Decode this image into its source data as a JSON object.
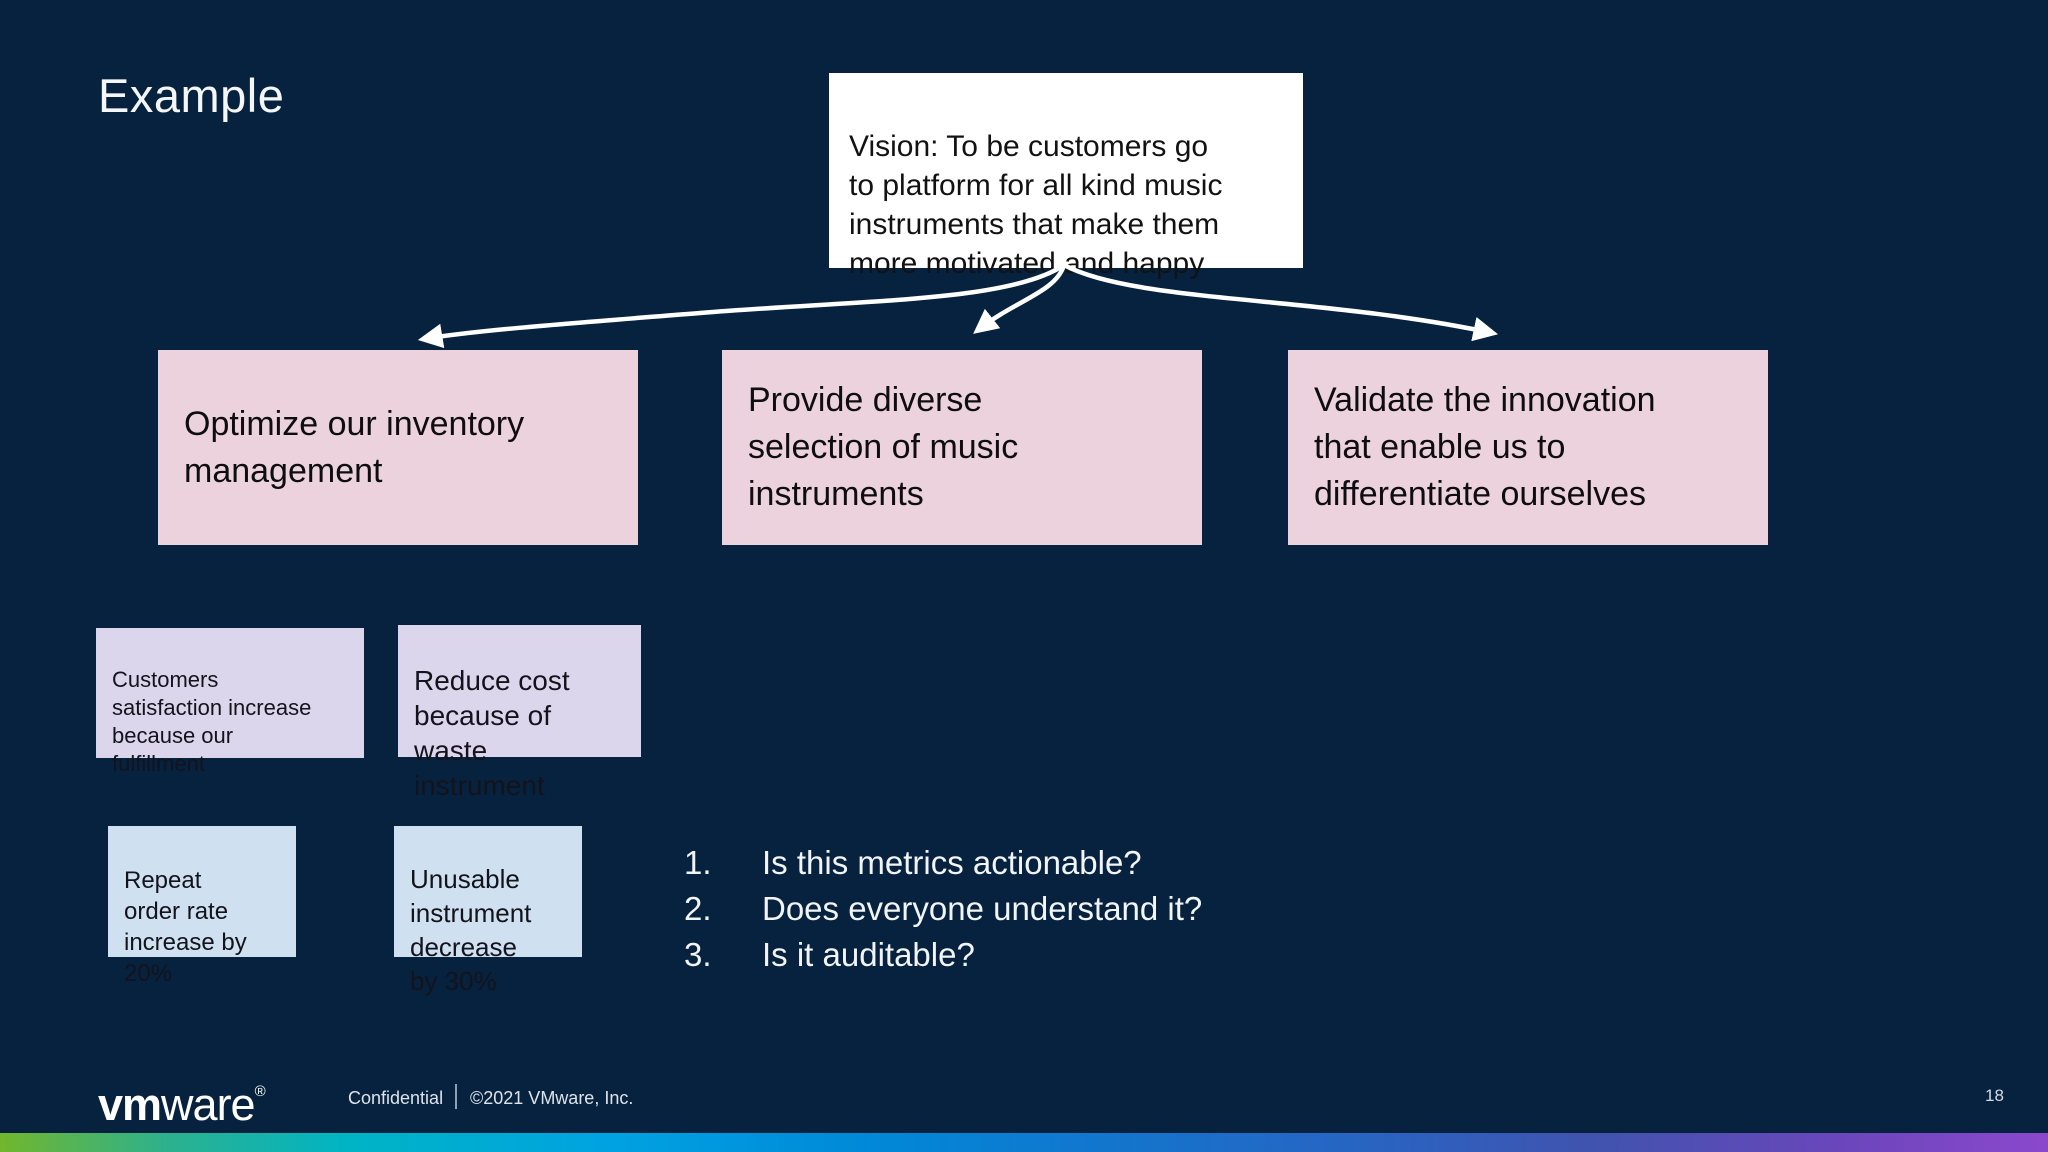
{
  "slide": {
    "title": "Example",
    "page_number": "18",
    "vision_box": {
      "text": "Vision: To be customers go\nto platform for all kind music\ninstruments that make them\nmore motivated and happy"
    },
    "objective_boxes": [
      {
        "text": "Optimize our inventory\nmanagement"
      },
      {
        "text": "Provide diverse\nselection of music\ninstruments"
      },
      {
        "text": "Validate the innovation\nthat enable us to\ndifferentiate ourselves"
      }
    ],
    "outcome_boxes": [
      {
        "text": "Customers\nsatisfaction increase\nbecause our\nfulfillment"
      },
      {
        "text": "Reduce cost\nbecause of\nwaste\ninstrument"
      }
    ],
    "metric_boxes": [
      {
        "text": "Repeat\norder rate\nincrease by\n20%"
      },
      {
        "text": "Unusable\ninstrument\ndecrease\nby 30%"
      }
    ],
    "checklist": [
      {
        "number": "1.",
        "text": "Is this metrics actionable?"
      },
      {
        "number": "2.",
        "text": "Does everyone understand it?"
      },
      {
        "number": "3.",
        "text": "Is it auditable?"
      }
    ],
    "footer": {
      "logo_vm": "vm",
      "logo_ware": "ware",
      "logo_reg": "®",
      "confidential": "Confidential",
      "copyright": "©2021 VMware, Inc."
    },
    "colors": {
      "background": "#07223f",
      "vision_box": "#ffffff",
      "objective_box": "#ecd2dd",
      "outcome_box": "#dcd6ec",
      "metric_box": "#cfe1f1",
      "text_light": "#f2f5f8",
      "text_dark": "#0d0d12",
      "arrow": "#ffffff",
      "footer_gradient": [
        "#72b62c",
        "#00b4c5",
        "#00a2e1",
        "#0089d8",
        "#2b62c0",
        "#8b48cd"
      ]
    }
  }
}
